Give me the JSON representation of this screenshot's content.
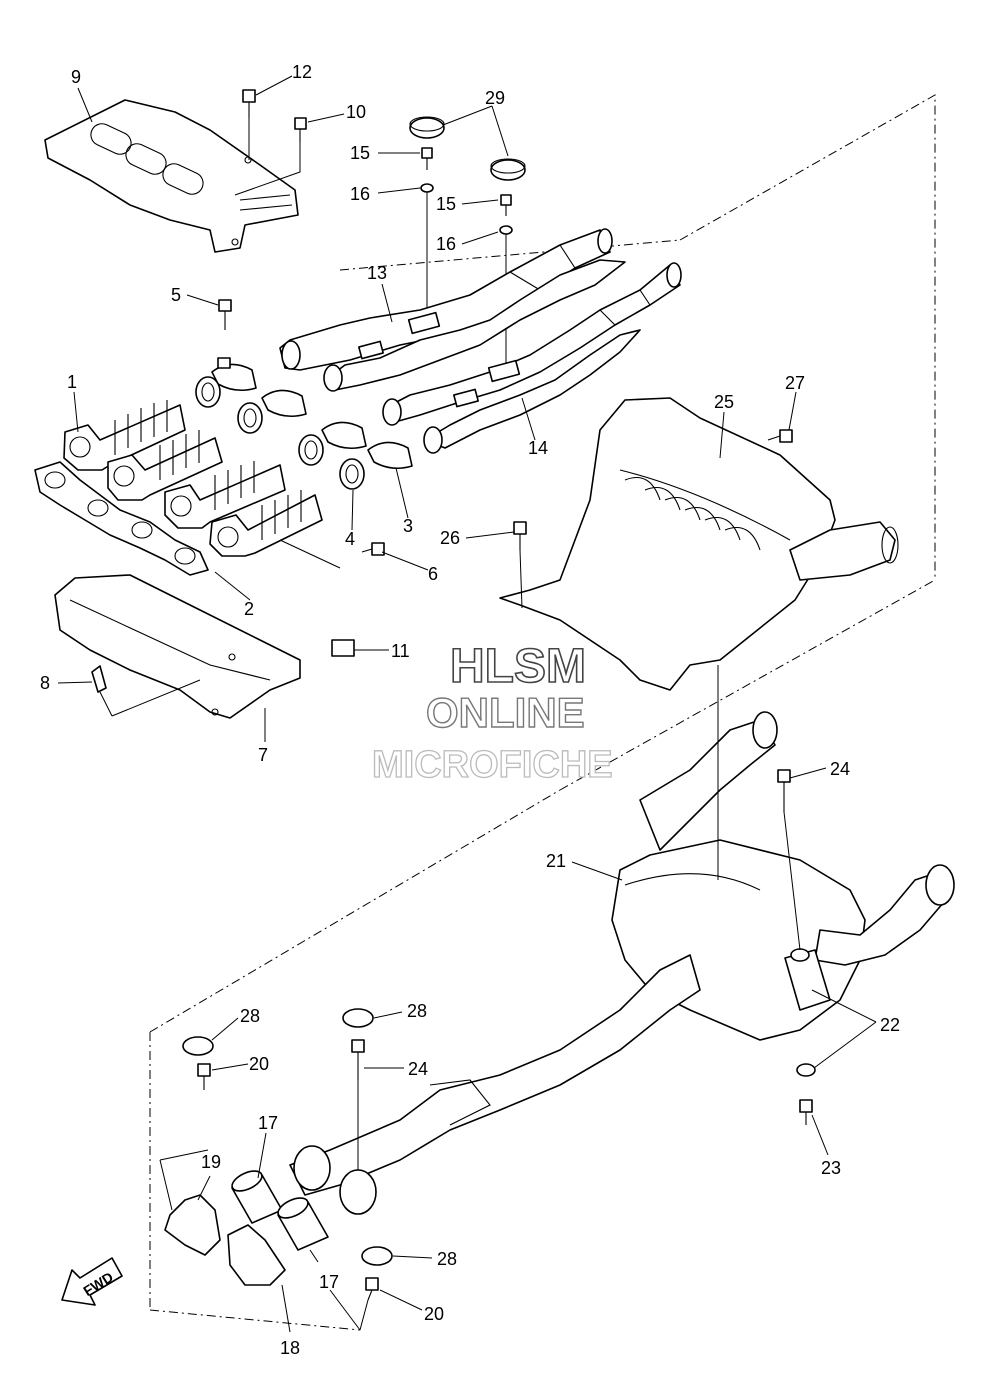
{
  "diagram": {
    "callouts": {
      "c1": "1",
      "c2": "2",
      "c3": "3",
      "c4": "4",
      "c5": "5",
      "c6": "6",
      "c7": "7",
      "c8": "8",
      "c9": "9",
      "c10": "10",
      "c11": "11",
      "c12": "12",
      "c13": "13",
      "c14": "14",
      "c15a": "15",
      "c15b": "15",
      "c16a": "16",
      "c16b": "16",
      "c17a": "17",
      "c17b": "17",
      "c18": "18",
      "c19": "19",
      "c20a": "20",
      "c20b": "20",
      "c21": "21",
      "c22": "22",
      "c23": "23",
      "c24a": "24",
      "c24b": "24",
      "c25": "25",
      "c26": "26",
      "c27": "27",
      "c28a": "28",
      "c28b": "28",
      "c28c": "28",
      "c29": "29"
    },
    "watermark": {
      "line1": "HLSM",
      "line2": "ONLINE",
      "line3": "MICROFICHE"
    },
    "fwd_label": "FWD"
  }
}
